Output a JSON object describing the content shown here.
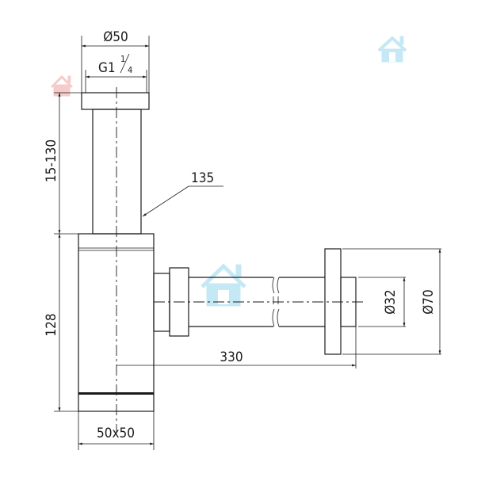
{
  "drawing": {
    "dimensions": {
      "outer_diameter": "Ø50",
      "thread": "G1",
      "thread_fraction_num": "1",
      "thread_fraction_den": "4",
      "height_adjust": "15-130",
      "tube_length": "135",
      "body_height": "128",
      "body_size": "50x50",
      "pipe_length": "330",
      "pipe_diameter": "Ø32",
      "flange_diameter": "Ø70"
    },
    "watermark_icon": "house-icon",
    "colors": {
      "line": "#1a1a1a",
      "watermark_blue": "#bfe6f5",
      "watermark_pink": "#f5c6c6"
    }
  }
}
